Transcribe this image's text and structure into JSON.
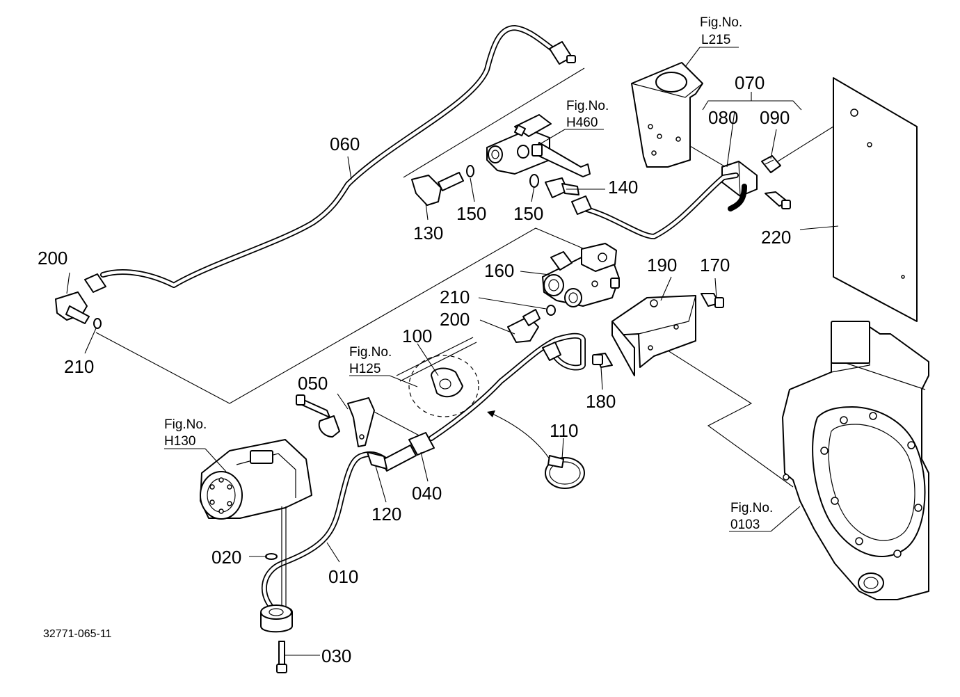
{
  "drawing_number": "32771-065-11",
  "figure_refs": {
    "l215": {
      "title": "Fig.No.",
      "code": "L215"
    },
    "h460": {
      "title": "Fig.No.",
      "code": "H460"
    },
    "h125": {
      "title": "Fig.No.",
      "code": "H125"
    },
    "h130": {
      "title": "Fig.No.",
      "code": "H130"
    },
    "f0103": {
      "title": "Fig.No.",
      "code": "0103"
    }
  },
  "part_labels": {
    "p010": "010",
    "p020": "020",
    "p030": "030",
    "p040": "040",
    "p050": "050",
    "p060": "060",
    "p070": "070",
    "p080": "080",
    "p090": "090",
    "p100": "100",
    "p110": "110",
    "p120": "120",
    "p130": "130",
    "p140": "140",
    "p150a": "150",
    "p150b": "150",
    "p160": "160",
    "p170": "170",
    "p180": "180",
    "p190": "190",
    "p200a": "200",
    "p200b": "200",
    "p210a": "210",
    "p210b": "210",
    "p220": "220"
  }
}
